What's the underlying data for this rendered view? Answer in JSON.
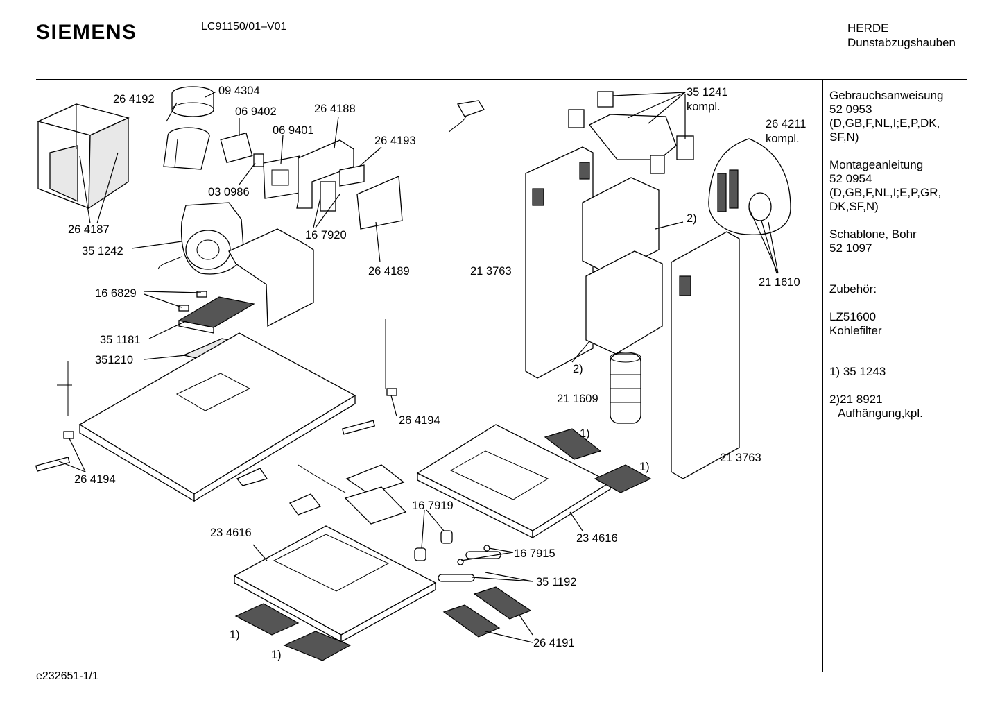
{
  "header": {
    "brand": "SIEMENS",
    "model": "LC91150/01–V01",
    "category_line1": "HERDE",
    "category_line2": "Dunstabzugshauben"
  },
  "sidebar": {
    "manual_title": "Gebrauchsanweisung",
    "manual_number": "52 0953",
    "manual_langs_1": "(D,GB,F,NL,I;E,P,DK,",
    "manual_langs_2": "SF,N)",
    "install_title": "Montageanleitung",
    "install_number": "52 0954",
    "install_langs_1": "(D,GB,F,NL,I;E,P,GR,",
    "install_langs_2": "DK,SF,N)",
    "template_title": "Schablone, Bohr",
    "template_number": "52 1097",
    "accessories_title": "Zubehör:",
    "accessory_code": "LZ51600",
    "accessory_name": "Kohlefilter",
    "note1": "1) 35 1243",
    "note2_line1": "2)21 8921",
    "note2_line2": "Aufhängung,kpl."
  },
  "labels": {
    "p_094304": "09 4304",
    "p_264192": "26 4192",
    "p_069402": "06 9402",
    "p_264188": "26 4188",
    "p_069401": "06 9401",
    "p_264193": "26 4193",
    "p_030986": "03 0986",
    "p_264187": "26 4187",
    "p_167920": "16 7920",
    "p_351242": "35 1242",
    "p_264189": "26 4189",
    "p_213763_a": "21 3763",
    "p_166829": "16 6829",
    "p_351181": "35 1181",
    "p_351210": "351210",
    "p_264194_a": "26 4194",
    "p_264194_b": "26 4194",
    "p_351241": "35 1241",
    "p_351241_sub": "kompl.",
    "p_264211": "26 4211",
    "p_264211_sub": "kompl.",
    "p_note2_a": "2)",
    "p_note2_b": "2)",
    "p_211610": "21 1610",
    "p_211609": "21 1609",
    "p_213763_b": "21 3763",
    "p_note1_a": "1)",
    "p_note1_b": "1)",
    "p_note1_c": "1)",
    "p_note1_d": "1)",
    "p_167919": "16 7919",
    "p_234616_a": "23 4616",
    "p_234616_b": "23 4616",
    "p_167915": "16 7915",
    "p_351192": "35 1192",
    "p_264191": "26 4191"
  },
  "footer": {
    "doc_id": "e232651-1/1"
  }
}
